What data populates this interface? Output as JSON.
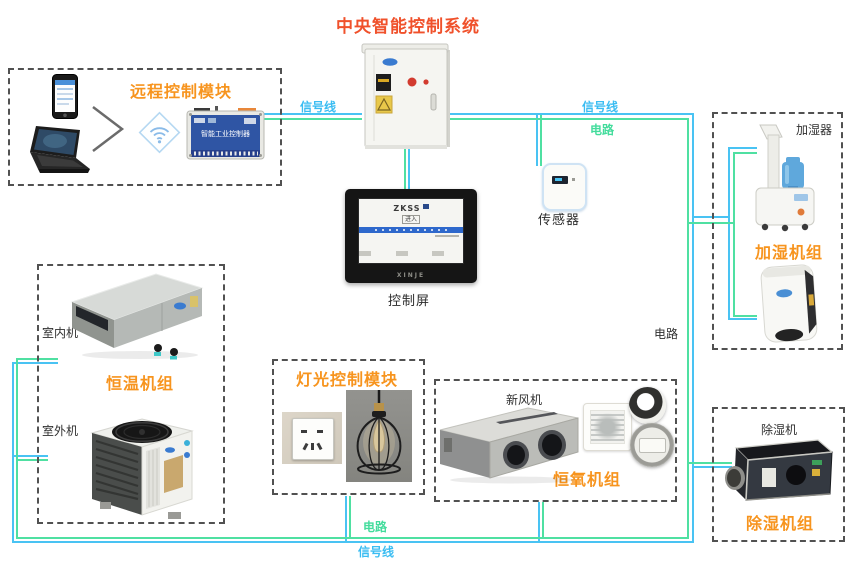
{
  "title": "中央智能控制系统",
  "line_labels": {
    "signal_top_left": "信号线",
    "signal_top_right": "信号线",
    "circuit_top_right": "电路",
    "circuit_mid_right": "电路",
    "circuit_bottom": "电路",
    "signal_bottom": "信号线"
  },
  "legend": {
    "signal_color": "#49c3f3",
    "circuit_color": "#4fe0a2",
    "accent_orange": "#f7941e",
    "title_color": "#f0512b"
  },
  "modules": {
    "remote": {
      "title": "远程控制模块",
      "controller_label": "智能工业控制器"
    },
    "control_screen": {
      "brand": "ZKSS",
      "enter_label": "进入",
      "maker": "XINJE",
      "caption": "控制屏"
    },
    "sensor": {
      "caption": "传感器"
    },
    "thermostat": {
      "title": "恒温机组",
      "indoor_label": "室内机",
      "outdoor_label": "室外机"
    },
    "lighting": {
      "title": "灯光控制模块"
    },
    "oxygen": {
      "title": "恒氧机组",
      "fresh_air_label": "新风机"
    },
    "humidify": {
      "title": "加湿机组",
      "device_label": "加湿器"
    },
    "dehumidify": {
      "title": "除湿机组",
      "device_label": "除湿机"
    }
  }
}
